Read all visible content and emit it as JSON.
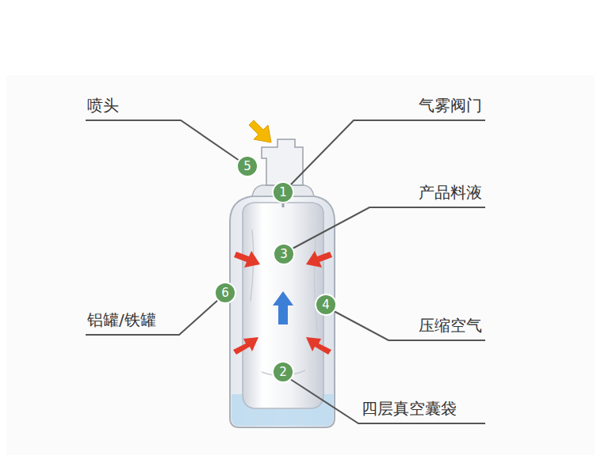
{
  "diagram": {
    "labels": [
      "喷头",
      "5",
      "气雾阀门",
      "1",
      "产品料液",
      "3",
      "铝罐/铁罐",
      "6",
      "压缩空气",
      "4",
      "四层真空囊袋",
      "2"
    ]
  }
}
